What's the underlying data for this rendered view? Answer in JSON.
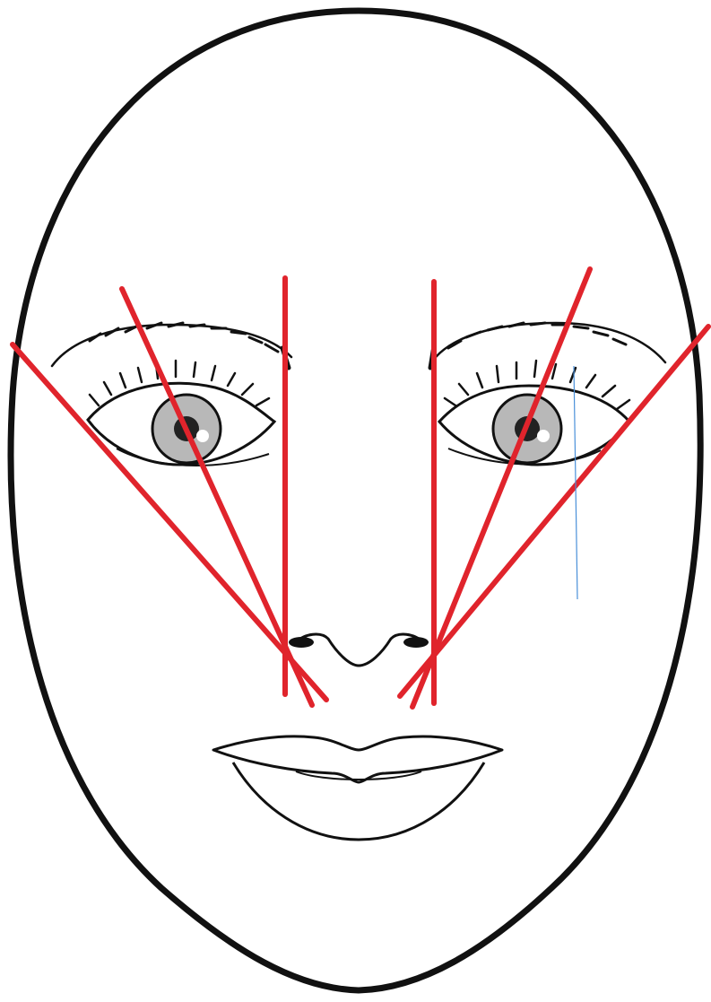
{
  "colors": {
    "background": "#ffffff",
    "outline": "#111111",
    "guide_lines": "#e0242c",
    "reference_line": "#4a90d9",
    "iris": "#b8b8b8"
  },
  "figure": {
    "subject": "face-outline",
    "guide_line_count": 6,
    "reference_line_count": 1
  }
}
